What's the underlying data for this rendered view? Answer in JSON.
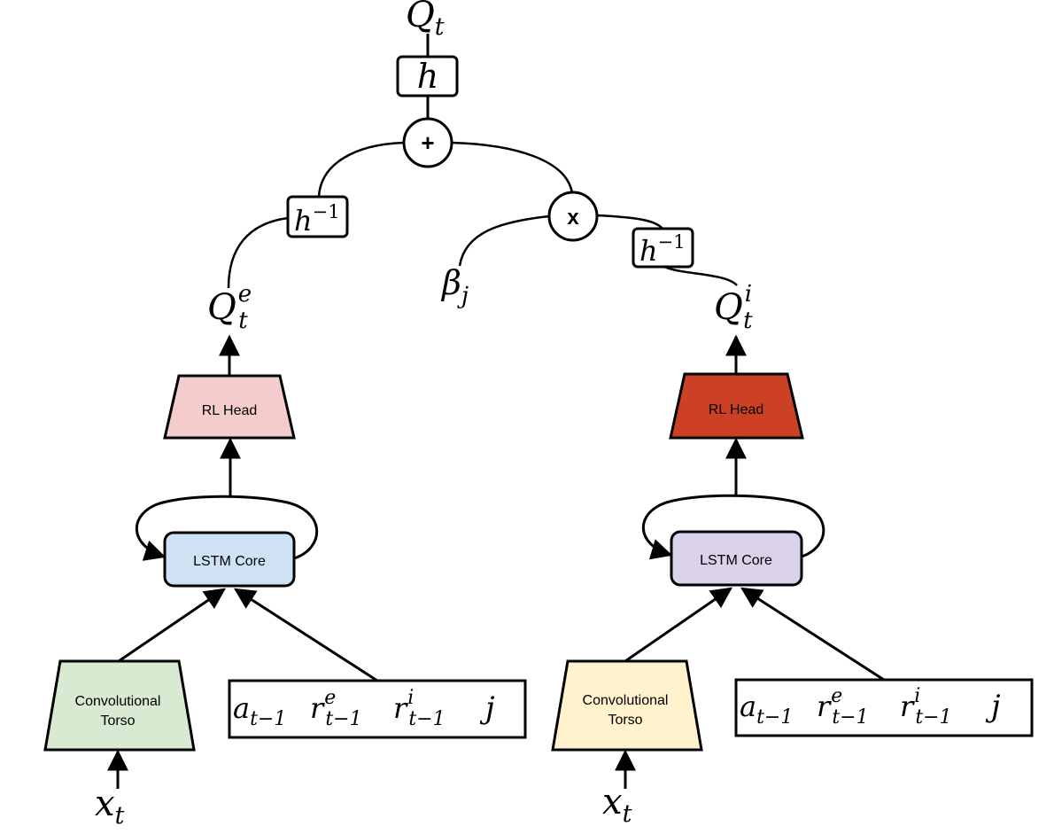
{
  "output": {
    "base": "Q",
    "sub": "t"
  },
  "h_box": {
    "label": "h"
  },
  "plus_op": {
    "symbol": "+"
  },
  "times_op": {
    "symbol": "x"
  },
  "inv_left": {
    "base": "h",
    "sup": "−1"
  },
  "inv_right": {
    "base": "h",
    "sup": "−1"
  },
  "beta": {
    "base": "β",
    "sub": "j"
  },
  "left": {
    "q": {
      "base": "Q",
      "sub": "t",
      "sup": "e"
    },
    "head": {
      "label": "RL Head",
      "color": "#f4cccc"
    },
    "lstm": {
      "label": "LSTM Core",
      "color": "#cfe2f3"
    },
    "torso": {
      "line1": "Convolutional",
      "line2": "Torso",
      "color": "#d9ead3"
    },
    "input": {
      "base": "x",
      "sub": "t"
    },
    "aux": {
      "a": {
        "base": "a",
        "sub": "t−1"
      },
      "re": {
        "base": "r",
        "sub": "t−1",
        "sup": "e"
      },
      "ri": {
        "base": "r",
        "sub": "t−1",
        "sup": "i"
      },
      "j": "j"
    }
  },
  "right": {
    "q": {
      "base": "Q",
      "sub": "t",
      "sup": "i"
    },
    "head": {
      "label": "RL Head",
      "color": "#cc4125"
    },
    "lstm": {
      "label": "LSTM Core",
      "color": "#d9d2e9"
    },
    "torso": {
      "line1": "Convolutional",
      "line2": "Torso",
      "color": "#fff2cc"
    },
    "input": {
      "base": "x",
      "sub": "t"
    },
    "aux": {
      "a": {
        "base": "a",
        "sub": "t−1"
      },
      "re": {
        "base": "r",
        "sub": "t−1",
        "sup": "e"
      },
      "ri": {
        "base": "r",
        "sub": "t−1",
        "sup": "i"
      },
      "j": "j"
    }
  }
}
